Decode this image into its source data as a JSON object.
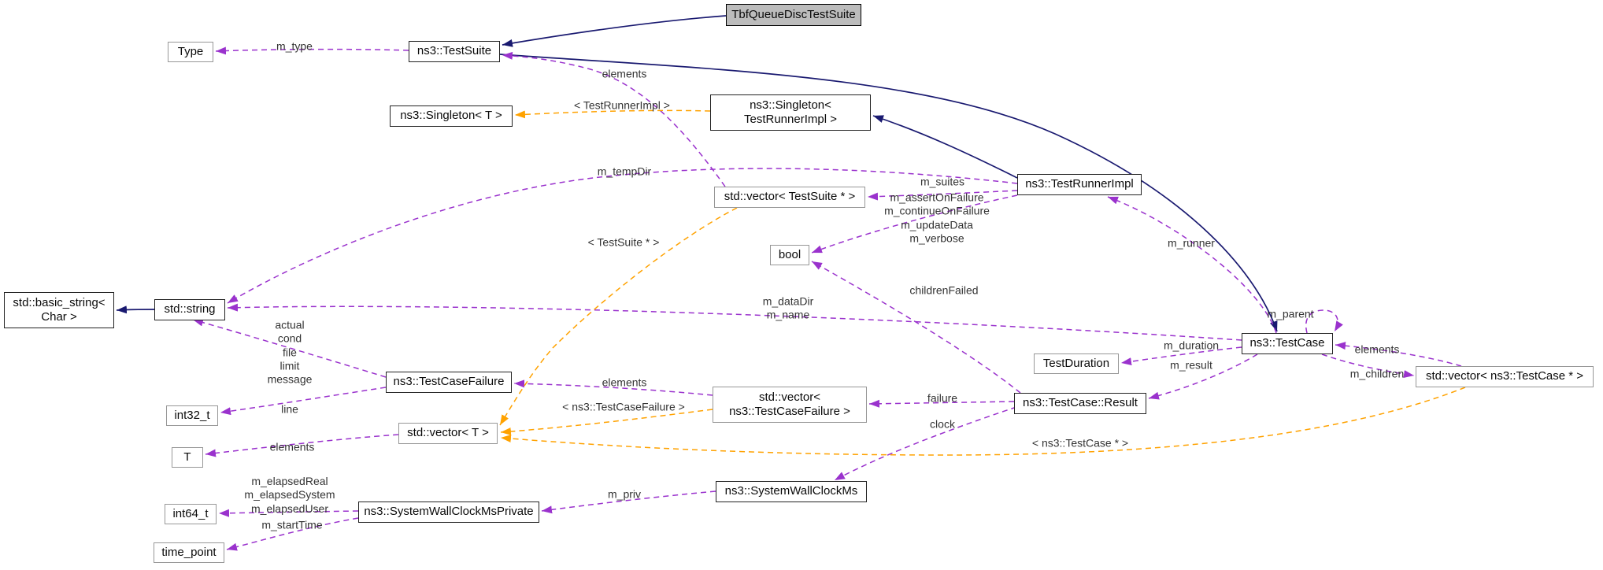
{
  "diagram": {
    "kind": "doxygen-collaboration-graph",
    "subject": "TbfQueueDiscTestSuite"
  },
  "colors": {
    "inheritance": "#191970",
    "usage": "#9a32cd",
    "template_relation": "#ffa200",
    "main_node_fill": "#bcbcbc",
    "node_fill": "#ffffff"
  },
  "nodes": {
    "main": {
      "label": "TbfQueueDiscTestSuite"
    },
    "type": {
      "label": "Type"
    },
    "testsuite": {
      "label": "ns3::TestSuite"
    },
    "singleton_t": {
      "label": "ns3::Singleton< T >"
    },
    "singleton_tri": {
      "label": "ns3::Singleton< TestRunnerImpl >"
    },
    "vec_testsuite": {
      "label": "std::vector< TestSuite * >"
    },
    "testrunnerimpl": {
      "label": "ns3::TestRunnerImpl"
    },
    "bool": {
      "label": "bool"
    },
    "basic_string": {
      "label": "std::basic_string< Char >"
    },
    "string": {
      "label": "std::string"
    },
    "testcase": {
      "label": "ns3::TestCase"
    },
    "testduration": {
      "label": "TestDuration"
    },
    "vec_testcase": {
      "label": "std::vector< ns3::TestCase * >"
    },
    "testcasefailure": {
      "label": "ns3::TestCaseFailure"
    },
    "vec_failure": {
      "label": "std::vector< ns3::TestCaseFailure >"
    },
    "result": {
      "label": "ns3::TestCase::Result"
    },
    "int32": {
      "label": "int32_t"
    },
    "vec_t": {
      "label": "std::vector< T >"
    },
    "t": {
      "label": "T"
    },
    "syswallclock": {
      "label": "ns3::SystemWallClockMs"
    },
    "int64": {
      "label": "int64_t"
    },
    "syswallclockpriv": {
      "label": "ns3::SystemWallClockMsPrivate"
    },
    "timepoint": {
      "label": "time_point"
    }
  },
  "labels": {
    "m_type": "m_type",
    "elements_suites": "elements",
    "tmpl_runner": "< TestRunnerImpl >",
    "m_tempdir": "m_tempDir",
    "m_suites": "m_suites",
    "runner_bools": "m_assertOnFailure\nm_continueOnFailure\nm_updateData\nm_verbose",
    "tmpl_testsuite": "< TestSuite * >",
    "m_runner": "m_runner",
    "childrenfailed": "childrenFailed",
    "m_datadir_name": "m_dataDir\nm_name",
    "m_parent": "m_parent",
    "failure_strings": "actual\ncond\nfile\nlimit\nmessage",
    "m_duration": "m_duration",
    "elements_children": "elements",
    "m_result": "m_result",
    "m_children": "m_children",
    "elements_failures": "elements",
    "tmpl_failure": "< ns3::TestCaseFailure >",
    "failure": "failure",
    "line": "line",
    "clock": "clock",
    "elements_t": "elements",
    "tmpl_testcase": "< ns3::TestCase * >",
    "priv_int64": "m_elapsedReal\nm_elapsedSystem\nm_elapsedUser",
    "m_priv": "m_priv",
    "m_starttime": "m_startTime"
  }
}
